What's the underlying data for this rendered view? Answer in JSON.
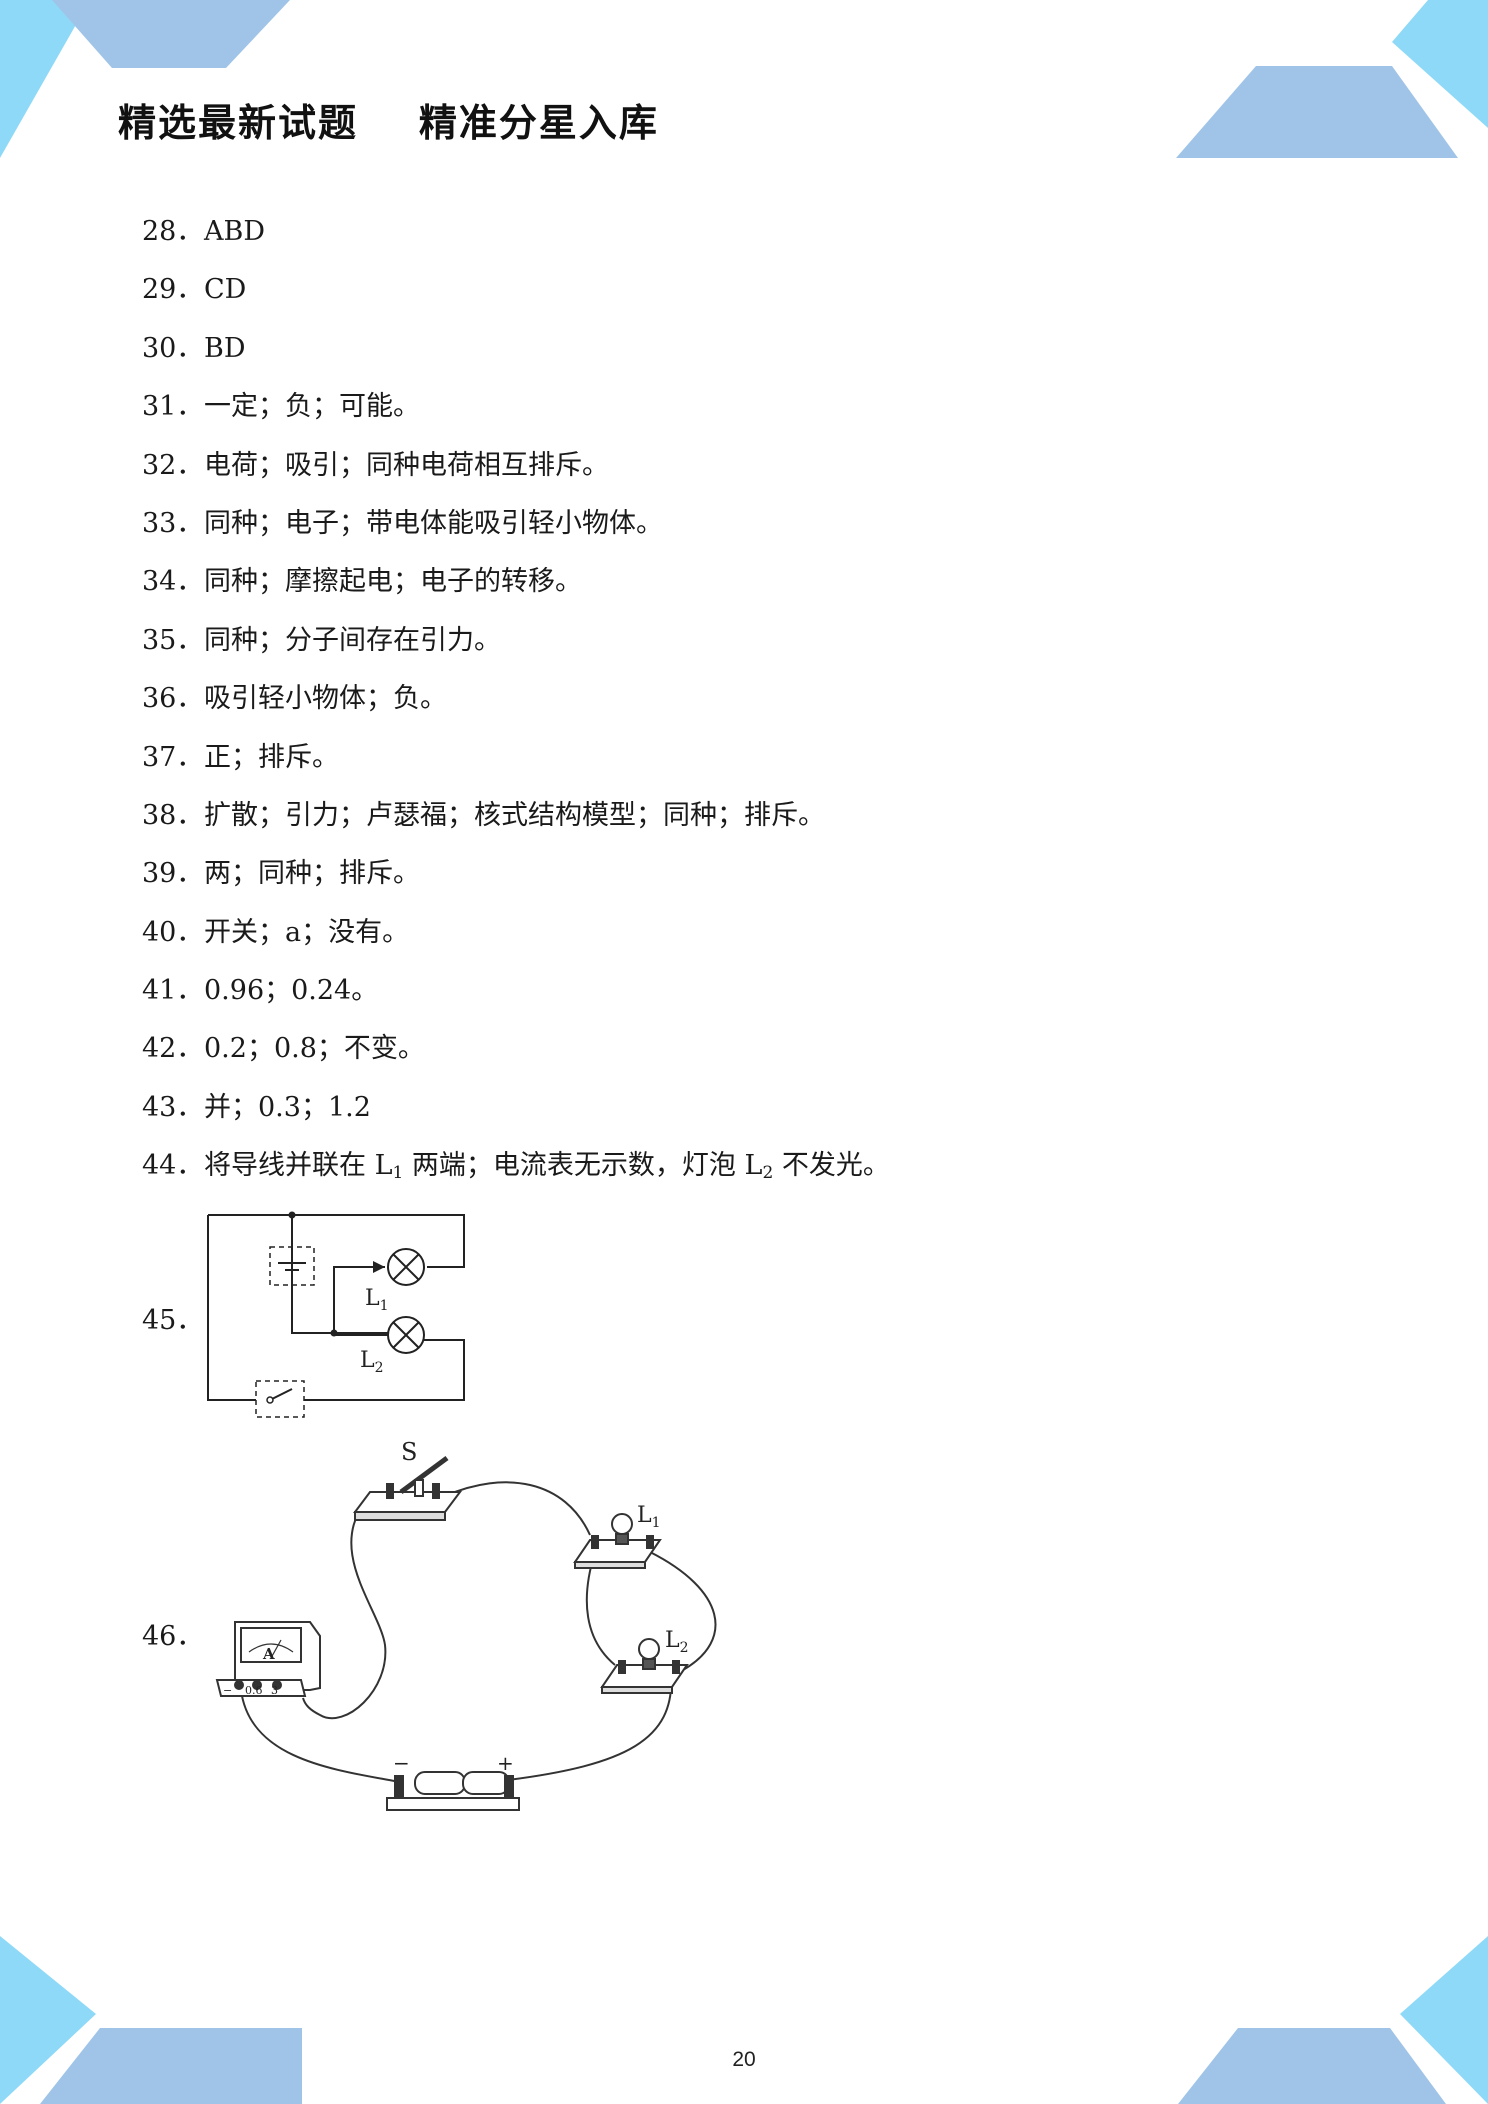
{
  "header": {
    "title": "精选最新试题    精准分星入库"
  },
  "answers": [
    {
      "num": "28．",
      "text": "ABD"
    },
    {
      "num": "29．",
      "text": "CD"
    },
    {
      "num": "30．",
      "text": "BD"
    },
    {
      "num": "31．",
      "text": "一定；负；可能。"
    },
    {
      "num": "32．",
      "text": "电荷；吸引；同种电荷相互排斥。"
    },
    {
      "num": "33．",
      "text": "同种；电子；带电体能吸引轻小物体。"
    },
    {
      "num": "34．",
      "text": "同种；摩擦起电；电子的转移。"
    },
    {
      "num": "35．",
      "text": "同种；分子间存在引力。"
    },
    {
      "num": "36．",
      "text": "吸引轻小物体；负。"
    },
    {
      "num": "37．",
      "text": "正；排斥。"
    },
    {
      "num": "38．",
      "text": "扩散；引力；卢瑟福；核式结构模型；同种；排斥。"
    },
    {
      "num": "39．",
      "text": "两；同种；排斥。"
    },
    {
      "num": "40．",
      "text": "开关；a；没有。"
    },
    {
      "num": "41．",
      "text": "0.96；0.24。"
    },
    {
      "num": "42．",
      "text": "0.2；0.8；不变。"
    },
    {
      "num": "43．",
      "text": "并；0.3；1.2"
    }
  ],
  "answer44": {
    "num": "44．",
    "part1": "将导线并联在 L",
    "sub1": "1",
    "part2": " 两端；电流表无示数，灯泡 L",
    "sub2": "2",
    "part3": " 不发光。"
  },
  "figure45": {
    "num": "45．",
    "lamp1": {
      "letter": "L",
      "sub": "1"
    },
    "lamp2": {
      "letter": "L",
      "sub": "2"
    }
  },
  "figure46": {
    "num": "46．",
    "switch_label": "S",
    "lamp1": {
      "letter": "L",
      "sub": "1"
    },
    "lamp2": {
      "letter": "L",
      "sub": "2"
    },
    "ammeter_letter": "A",
    "ammeter_terminals": [
      "−",
      "0.6",
      "3"
    ],
    "battery_minus": "−",
    "battery_plus": "+"
  },
  "footer": {
    "page_number": "20"
  },
  "colors": {
    "corner_light": "#8ed9f7",
    "corner_mid": "#a0c4e8",
    "text": "#1a1a1a"
  }
}
